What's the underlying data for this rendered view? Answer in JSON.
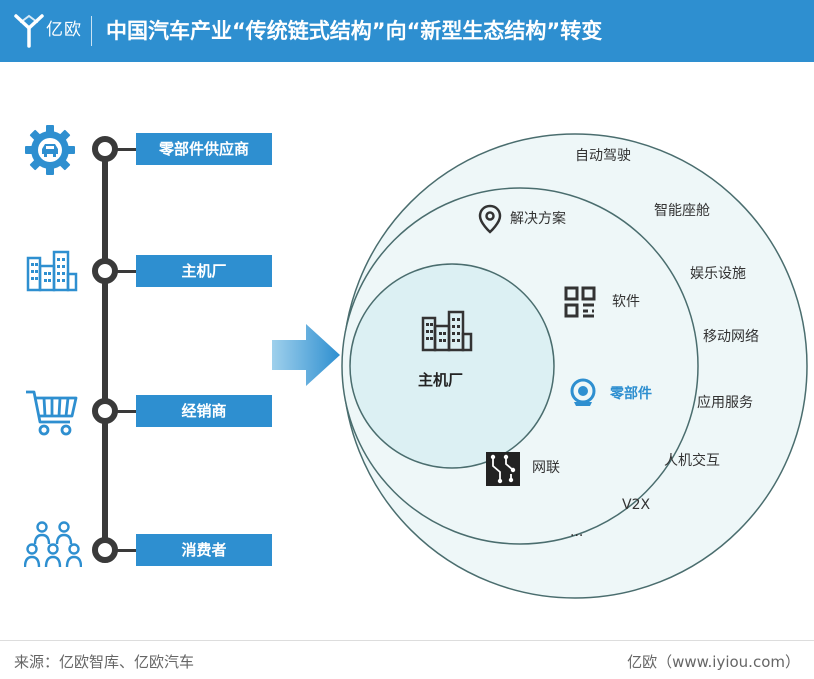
{
  "header": {
    "logo_text": "亿欧",
    "title": "中国汽车产业“传统链式结构”向“新型生态结构”转变"
  },
  "chain": {
    "items": [
      {
        "label": "零部件供应商",
        "icon": "gear-car-icon"
      },
      {
        "label": "主机厂",
        "icon": "factory-icon"
      },
      {
        "label": "经销商",
        "icon": "shopping-cart-icon"
      },
      {
        "label": "消费者",
        "icon": "people-icon"
      }
    ]
  },
  "ecosystem": {
    "core_label": "主机厂",
    "middle_items": [
      {
        "label": "解决方案",
        "icon": "location-pin-icon"
      },
      {
        "label": "软件",
        "icon": "grid-app-icon"
      },
      {
        "label": "零部件",
        "icon": "camera-part-icon"
      },
      {
        "label": "网联",
        "icon": "circuit-board-icon"
      }
    ],
    "outer_items": [
      "自动驾驶",
      "智能座舱",
      "娱乐设施",
      "移动网络",
      "应用服务",
      "人机交互",
      "V2X",
      "..."
    ]
  },
  "footer": {
    "source": "来源：亿欧智库、亿欧汽车",
    "brand": "亿欧（www.iyiou.com）"
  },
  "colors": {
    "brand_blue": "#2e8fd0",
    "dark": "#3a3a3a",
    "circle_fill": "#e8f5f7",
    "circle_stroke": "#4a6d6e"
  }
}
